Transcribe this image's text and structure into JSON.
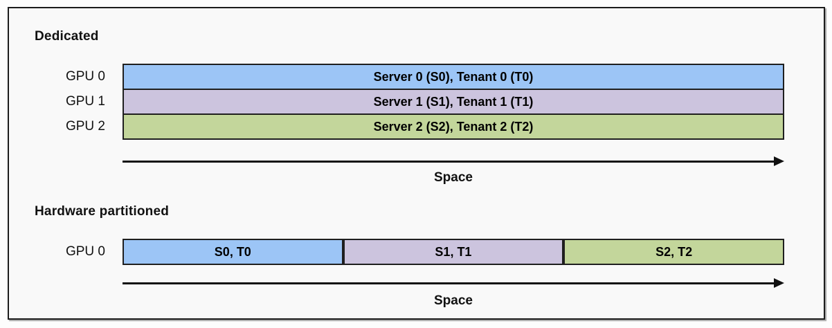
{
  "colors": {
    "blue": "#9CC5F6",
    "purple": "#CCC4DE",
    "green": "#C3D69B",
    "border": "#1F1F1F"
  },
  "sections": [
    {
      "title": "Dedicated",
      "axis_label": "Space",
      "rows": [
        {
          "label": "GPU 0",
          "segments": [
            {
              "text": "Server 0 (S0), Tenant 0 (T0)",
              "color": "blue",
              "width_pct": 100
            }
          ]
        },
        {
          "label": "GPU 1",
          "segments": [
            {
              "text": "Server 1 (S1), Tenant 1 (T1)",
              "color": "purple",
              "width_pct": 100
            }
          ]
        },
        {
          "label": "GPU 2",
          "segments": [
            {
              "text": "Server 2 (S2), Tenant 2 (T2)",
              "color": "green",
              "width_pct": 100
            }
          ]
        }
      ]
    },
    {
      "title": "Hardware partitioned",
      "axis_label": "Space",
      "rows": [
        {
          "label": "GPU 0",
          "segments": [
            {
              "text": "S0, T0",
              "color": "blue",
              "width_pct": 33.33
            },
            {
              "text": "S1, T1",
              "color": "purple",
              "width_pct": 33.33
            },
            {
              "text": "S2, T2",
              "color": "green",
              "width_pct": 33.34
            }
          ]
        }
      ]
    }
  ]
}
